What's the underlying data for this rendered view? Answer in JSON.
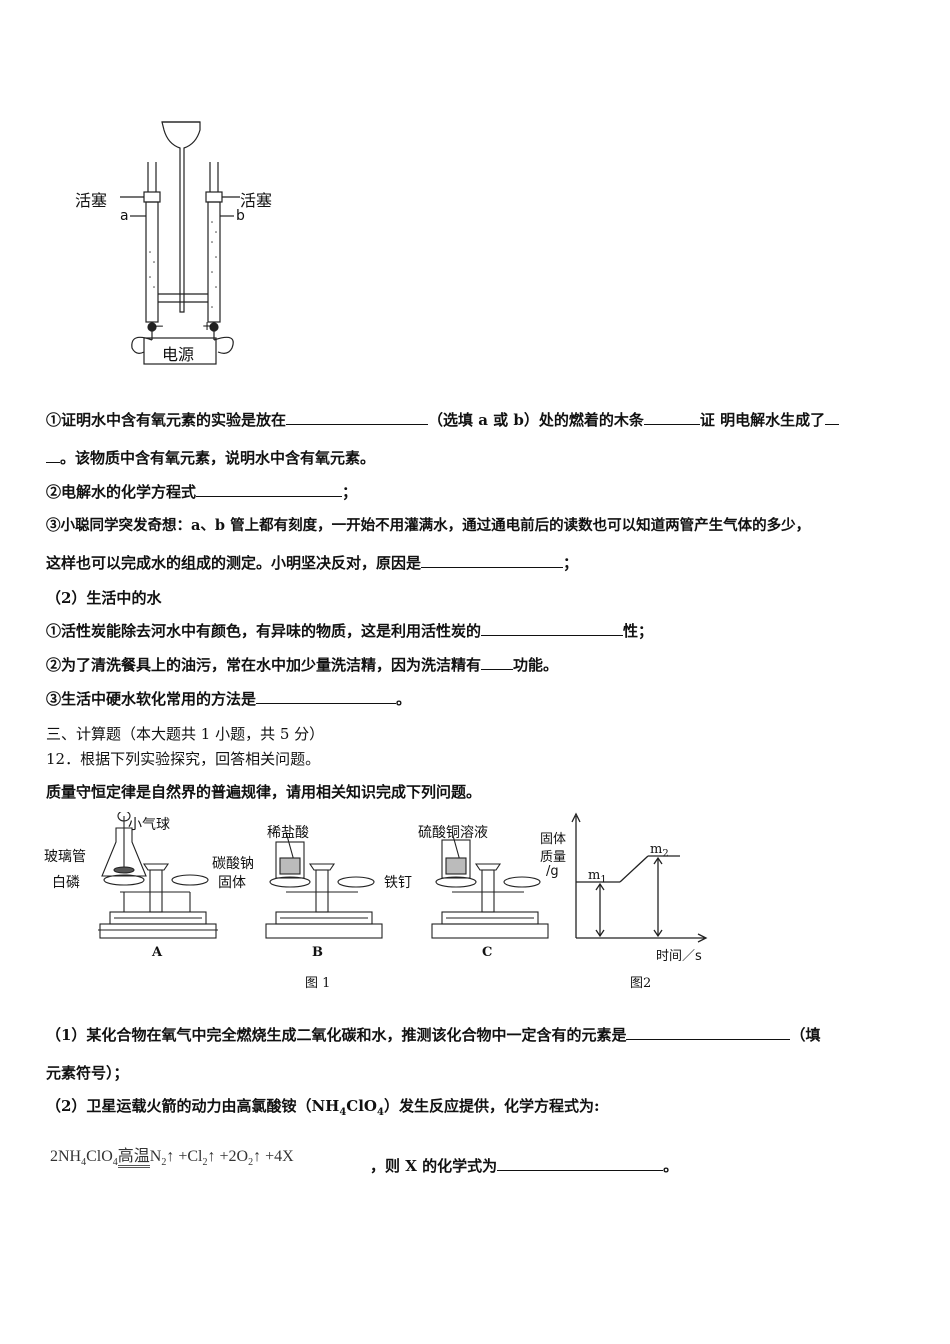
{
  "apparatus": {
    "label_stopcock_left": "活塞",
    "label_stopcock_right": "活塞",
    "label_a": "a",
    "label_b": "b",
    "label_minus": "−",
    "label_plus": "+",
    "label_power": "电源"
  },
  "lines": {
    "q1_1_a": "①证明水中含有氧元素的实验是放在",
    "q1_1_b": "（选填 a 或 b）处的燃着的木条",
    "q1_1_c": "证 明电解水生成了",
    "q1_1_d": "。该物质中含有氧元素，说明水中含有氧元素。",
    "q1_2_a": "②电解水的化学方程式",
    "q1_2_b": "；",
    "q1_3_a": "③小聪同学突发奇想：a、b 管上都有刻度，一开始不用灌满水，通过通电前后的读数也可以知道两管产生气体的多少，",
    "q1_3_b": "这样也可以完成水的组成的测定。小明坚决反对，原因是",
    "q1_3_c": "；",
    "q2_title": "（2）生活中的水",
    "q2_1_a": "①活性炭能除去河水中有颜色，有异味的物质，这是利用活性炭的",
    "q2_1_b": "性；",
    "q2_2_a": "②为了清洗餐具上的油污，常在水中加少量洗洁精，因为洗洁精有",
    "q2_2_b": "功能。",
    "q2_3_a": "③生活中硬水软化常用的方法是",
    "q2_3_b": "。",
    "section3": "三、计算题（本大题共 1 小题，共 5 分）",
    "q12": "12．根据下列实验探究，回答相关问题。",
    "intro": "质量守恒定律是自然界的普遍规律，请用相关知识完成下列问题。",
    "p1_a": "（1）某化合物在氧气中完全燃烧生成二氧化碳和水，推测该化合物中一定含有的元素是",
    "p1_b": "（填",
    "p1_c": "元素符号）；",
    "p2_a": "（2）卫星运载火箭的动力由高氯酸铵（NH",
    "p2_sub1": "4",
    "p2_b": "ClO",
    "p2_sub2": "4",
    "p2_c": "）发生反应提供，化学方程式为:",
    "eq_left": "2NH",
    "eq_s1": "4",
    "eq_clo": "ClO",
    "eq_s2": "4",
    "eq_cond": "高温",
    "eq_n": "N",
    "eq_s3": "2",
    "eq_up1": "↑ +Cl",
    "eq_s4": "2",
    "eq_up2": "↑ +2O",
    "eq_s5": "2",
    "eq_up3": "↑ +4X",
    "eq_tail_a": "，则 X 的化学式为",
    "eq_tail_b": "。"
  },
  "figure": {
    "a_balloon": "小气球",
    "a_tube": "玻璃管",
    "a_phos": "白磷",
    "b_acid": "稀盐酸",
    "b_solid1": "碳酸钠",
    "b_solid2": "固体",
    "c_sol": "硫酸铜溶液",
    "c_nail": "铁钉",
    "cap_a": "A",
    "cap_b": "B",
    "cap_c": "C",
    "fig1": "图 1",
    "fig2": "图2",
    "g_y1": "固体",
    "g_y2": "质量",
    "g_y3": "/g",
    "g_m1": "m",
    "g_m1s": "1",
    "g_m2": "m",
    "g_m2s": "2",
    "g_x": "时间／s"
  }
}
